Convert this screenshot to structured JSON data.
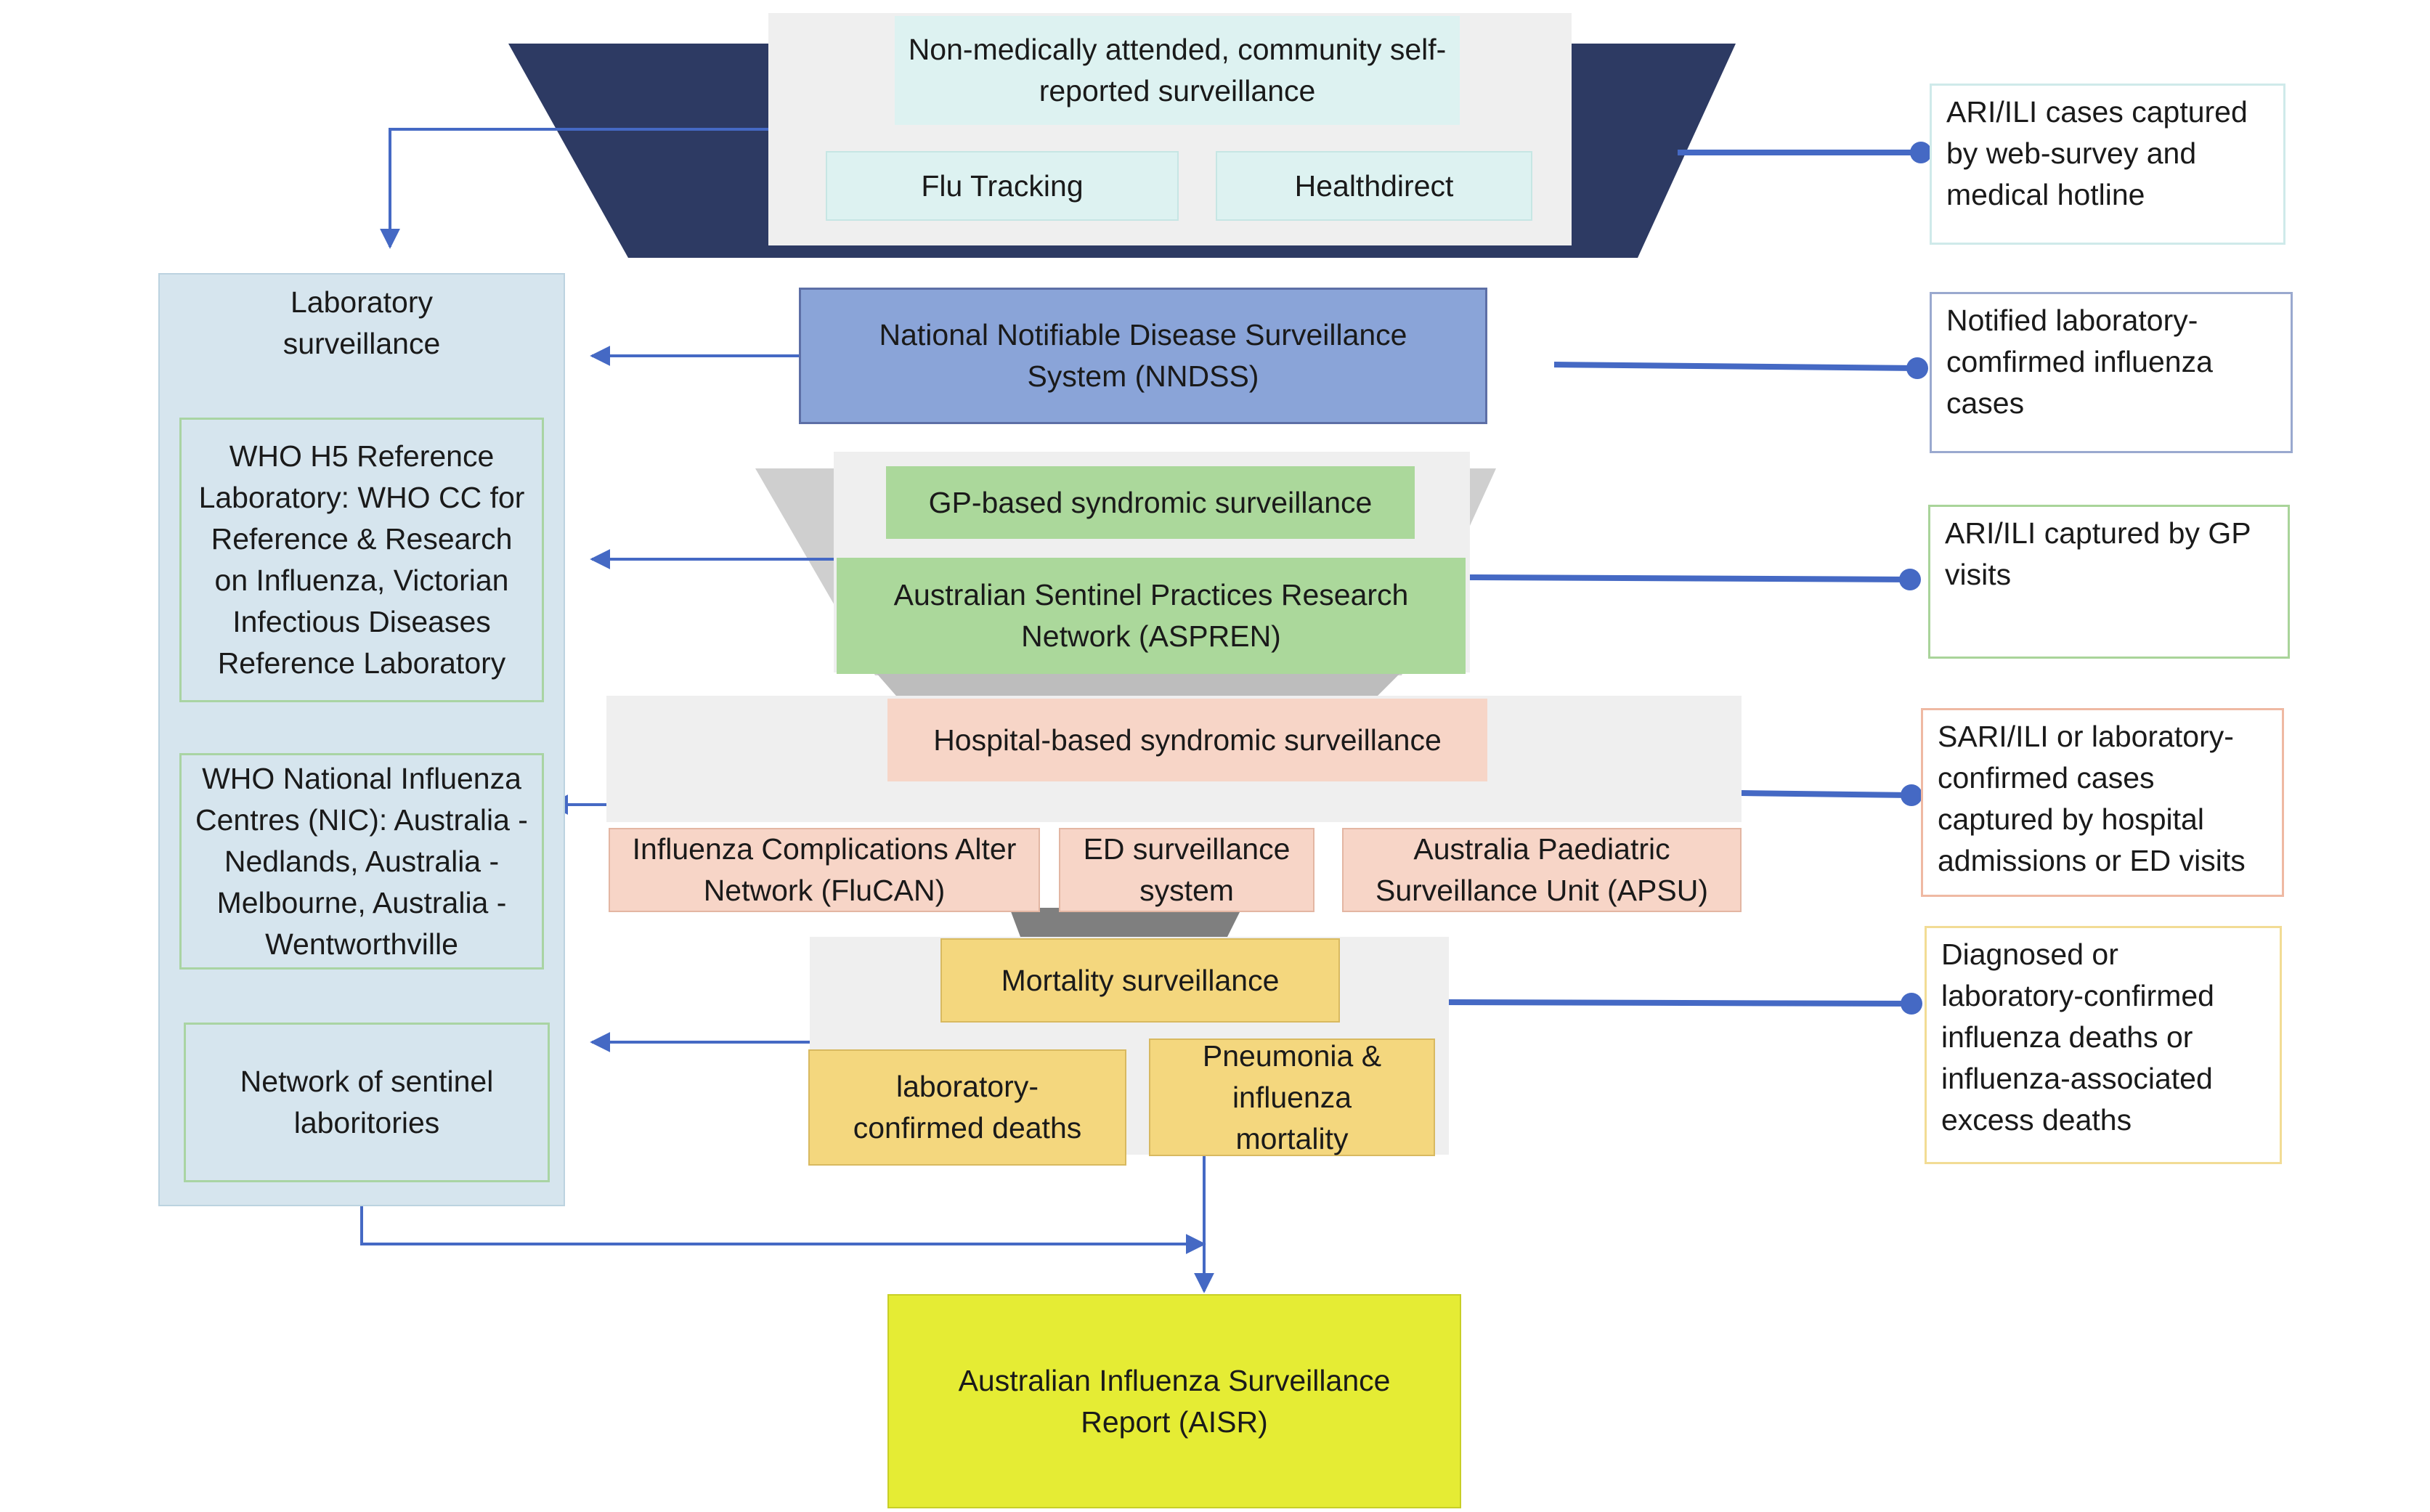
{
  "tiers": {
    "community": {
      "title": "Non-medically attended, community self-reported surveillance",
      "items": [
        "Flu Tracking",
        "Healthdirect"
      ],
      "note": "ARI/ILI cases captured by web-survey and medical hotline"
    },
    "nndss": {
      "title": "National Notifiable Disease Surveillance System (NNDSS)",
      "note": "Notified laboratory-comfirmed influenza cases"
    },
    "gp": {
      "title": "GP-based syndromic surveillance",
      "items": [
        "Australian Sentinel Practices Research Network (ASPREN)"
      ],
      "note": "ARI/ILI captured by GP visits"
    },
    "hospital": {
      "title": "Hospital-based syndromic surveillance",
      "items": [
        "Influenza Complications Alter Network (FluCAN)",
        "ED surveillance system",
        "Australia Paediatric Surveillance Unit (APSU)"
      ],
      "note": "SARI/ILI or laboratory-confirmed cases captured by hospital admissions or ED visits"
    },
    "mortality": {
      "title": "Mortality surveillance",
      "items": [
        "laboratory-confirmed deaths",
        "Pneumonia & influenza mortality"
      ],
      "note": "Diagnosed or laboratory-confirmed influenza deaths or influenza-associated excess deaths"
    }
  },
  "laboratory": {
    "title": "Laboratory surveillance",
    "items": [
      "WHO H5 Reference Laboratory: WHO CC for Reference & Research on Influenza, Victorian Infectious Diseases Reference Laboratory",
      "WHO National Influenza Centres (NIC): Australia - Nedlands, Australia - Melbourne, Australia - Wentworthville",
      "Network of sentinel laboritories"
    ]
  },
  "report": {
    "title": "Australian Influenza Surveillance Report (AISR)"
  },
  "colors": {
    "navy": "#2d3a63",
    "arrow": "#4569c4",
    "community_fill": "#ddf2f1",
    "nndss_fill": "#8aa4d8",
    "gp_fill": "#abd89b",
    "hospital_fill": "#f7d5c7",
    "mortality_fill": "#f4d77e",
    "lab_fill": "#d6e5ee",
    "report_fill": "#e5ec34"
  }
}
